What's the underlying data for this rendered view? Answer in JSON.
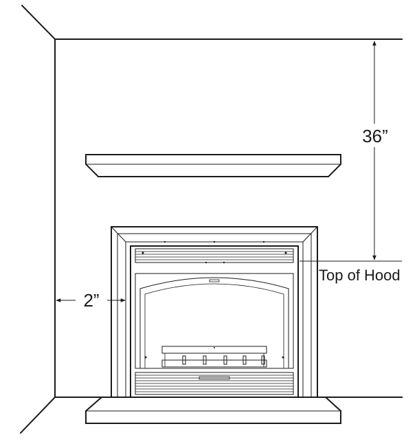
{
  "labels": {
    "height_dimension": "36”",
    "top_of_hood": "Top of Hood",
    "side_clearance": "2”"
  }
}
